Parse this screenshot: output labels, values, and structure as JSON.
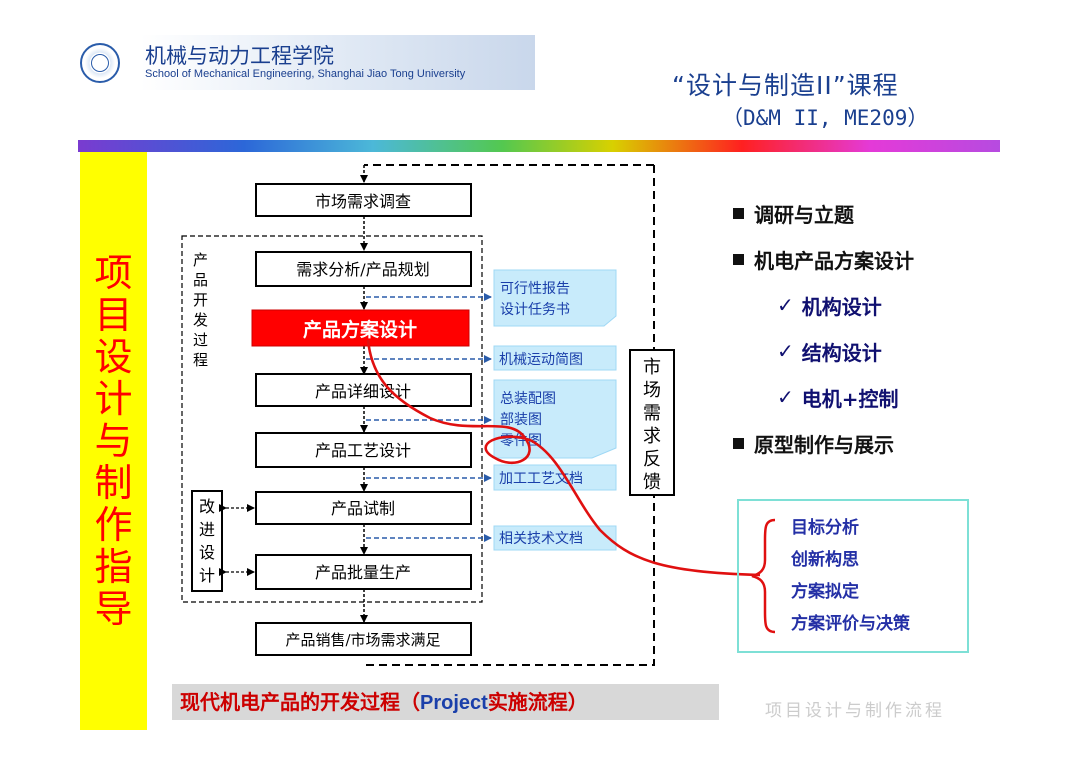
{
  "header": {
    "school_cn": "机械与动力工程学院",
    "school_en": "School of Mechanical Engineering, Shanghai Jiao Tong University",
    "course_title": "“设计与制造II”课程",
    "course_code": "（D&M II, ME209）"
  },
  "sidebar": {
    "title_chars": [
      "项",
      "目",
      "设",
      "计",
      "与",
      "制",
      "作",
      "指",
      "导"
    ]
  },
  "flow": {
    "steps": {
      "market_survey": "市场需求调查",
      "needs_analysis": "需求分析/产品规划",
      "concept_design": "产品方案设计",
      "detail_design": "产品详细设计",
      "process_design": "产品工艺设计",
      "trial": "产品试制",
      "mass_production": "产品批量生产",
      "sales": "产品销售/市场需求满足"
    },
    "group_label": [
      "产",
      "品",
      "开",
      "发",
      "过",
      "程"
    ],
    "improve_label": [
      "改",
      "进",
      "设",
      "计"
    ],
    "feedback_label": [
      "市",
      "场",
      "需",
      "求",
      "反",
      "馈"
    ],
    "docs": {
      "feasibility": [
        "可行性报告",
        "设计任务书"
      ],
      "mechanism_sketch": "机械运动简图",
      "drawings": [
        "总装配图",
        "部装图",
        "零件图"
      ],
      "process_docs": "加工工艺文档",
      "tech_docs": "相关技术文档"
    }
  },
  "right_list": [
    {
      "text": "调研与立题",
      "level": 1
    },
    {
      "text": "机电产品方案设计",
      "level": 1
    },
    {
      "text": "机构设计",
      "level": 2
    },
    {
      "text": "结构设计",
      "level": 2
    },
    {
      "text": "电机+控制",
      "level": 2
    },
    {
      "text": "原型制作与展示",
      "level": 1
    }
  ],
  "check_mark": "✓",
  "bracket_items": [
    "目标分析",
    "创新构思",
    "方案拟定",
    "方案评价与决策"
  ],
  "footer": {
    "caption_red": "现代机电产品的开发过程（",
    "caption_blue": "Project",
    "caption_red2": "实施流程）",
    "right_text": "项目设计与制作流程"
  },
  "colors": {
    "accent_blue": "#1a3f8f",
    "highlight_red": "#ff0000",
    "sidebar_yellow": "#ffff00",
    "doc_blue": "#1aa0e6",
    "doc_fill": "#c8ebfb",
    "bracket_border": "#7ee0d6",
    "bracket_text": "#2430a6"
  }
}
